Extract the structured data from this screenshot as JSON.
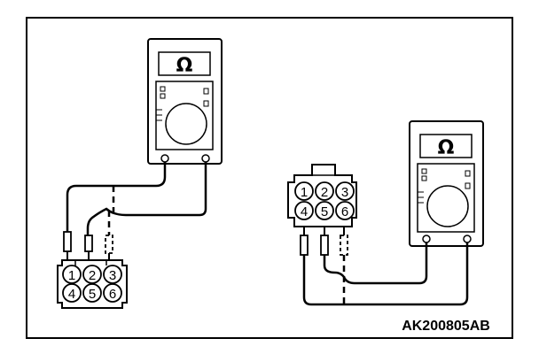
{
  "figure_code": "AK200805AB",
  "meter_left": {
    "display_symbol": "Ω"
  },
  "meter_right": {
    "display_symbol": "Ω"
  },
  "connector_left": {
    "pins": [
      "1",
      "2",
      "3",
      "4",
      "5",
      "6"
    ]
  },
  "connector_right": {
    "pins": [
      "1",
      "2",
      "3",
      "4",
      "5",
      "6"
    ]
  }
}
